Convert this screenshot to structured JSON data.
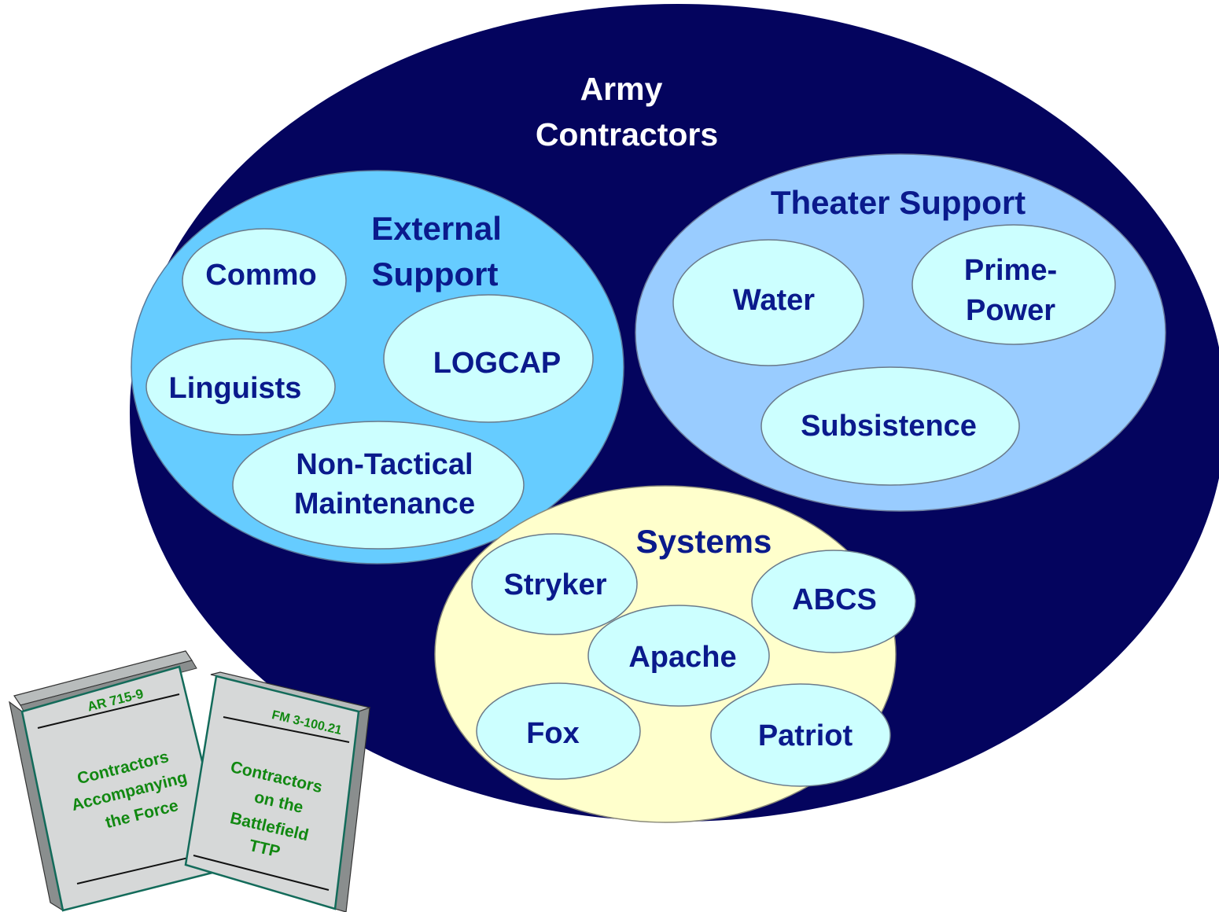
{
  "colors": {
    "army": "#04045e",
    "external": "#66ccff",
    "theater": "#99ccff",
    "systems": "#ffffcc",
    "item": "#ccffff",
    "label_dark": "#0a1a8c",
    "book_text": "#118811"
  },
  "army": {
    "title_line1": "Army",
    "title_line2": "Contractors"
  },
  "external_support": {
    "title_line1": "External",
    "title_line2": "Support",
    "items": {
      "commo": "Commo",
      "logcap": "LOGCAP",
      "linguists": "Linguists",
      "ntm_line1": "Non-Tactical",
      "ntm_line2": "Maintenance"
    }
  },
  "theater_support": {
    "title": "Theater Support",
    "items": {
      "water": "Water",
      "prime_line1": "Prime-",
      "prime_line2": "Power",
      "subsistence": "Subsistence"
    }
  },
  "systems": {
    "title": "Systems",
    "items": {
      "stryker": "Stryker",
      "abcs": "ABCS",
      "apache": "Apache",
      "fox": "Fox",
      "patriot": "Patriot"
    }
  },
  "books": {
    "ar": {
      "number": "AR 715-9",
      "line1": "Contractors",
      "line2": "Accompanying",
      "line3": "the Force"
    },
    "fm": {
      "number": "FM 3-100.21",
      "line1": "Contractors",
      "line2": "on the",
      "line3": "Battlefield",
      "line4": "TTP"
    }
  }
}
